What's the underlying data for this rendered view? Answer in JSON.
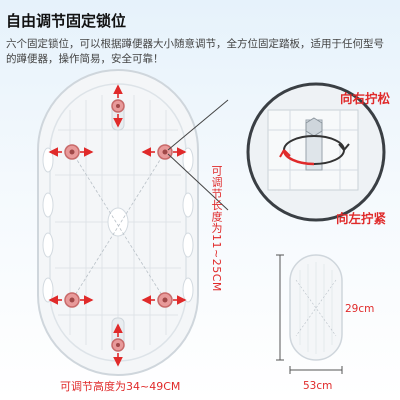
{
  "title": "自由调节固定锁位",
  "description": "六个固定锁位，可以根据蹲便器大小随意调节，全方位固定踏板，适用于任何型号的蹲便器，操作简易，安全可靠！",
  "callouts": {
    "loosen_right": "向右拧松",
    "tighten_left": "向左拧紧"
  },
  "adjust": {
    "length_range": "可调节长度为11~25CM",
    "height_range": "可调节高度为34~49CM"
  },
  "dimensions": {
    "width": "29cm",
    "length": "53cm"
  },
  "colors": {
    "accent_red": "#e02a2a",
    "board_white": "#f4f6f8",
    "background_blue": "#e6f2fb",
    "lock_pink": "#e89a9a"
  }
}
